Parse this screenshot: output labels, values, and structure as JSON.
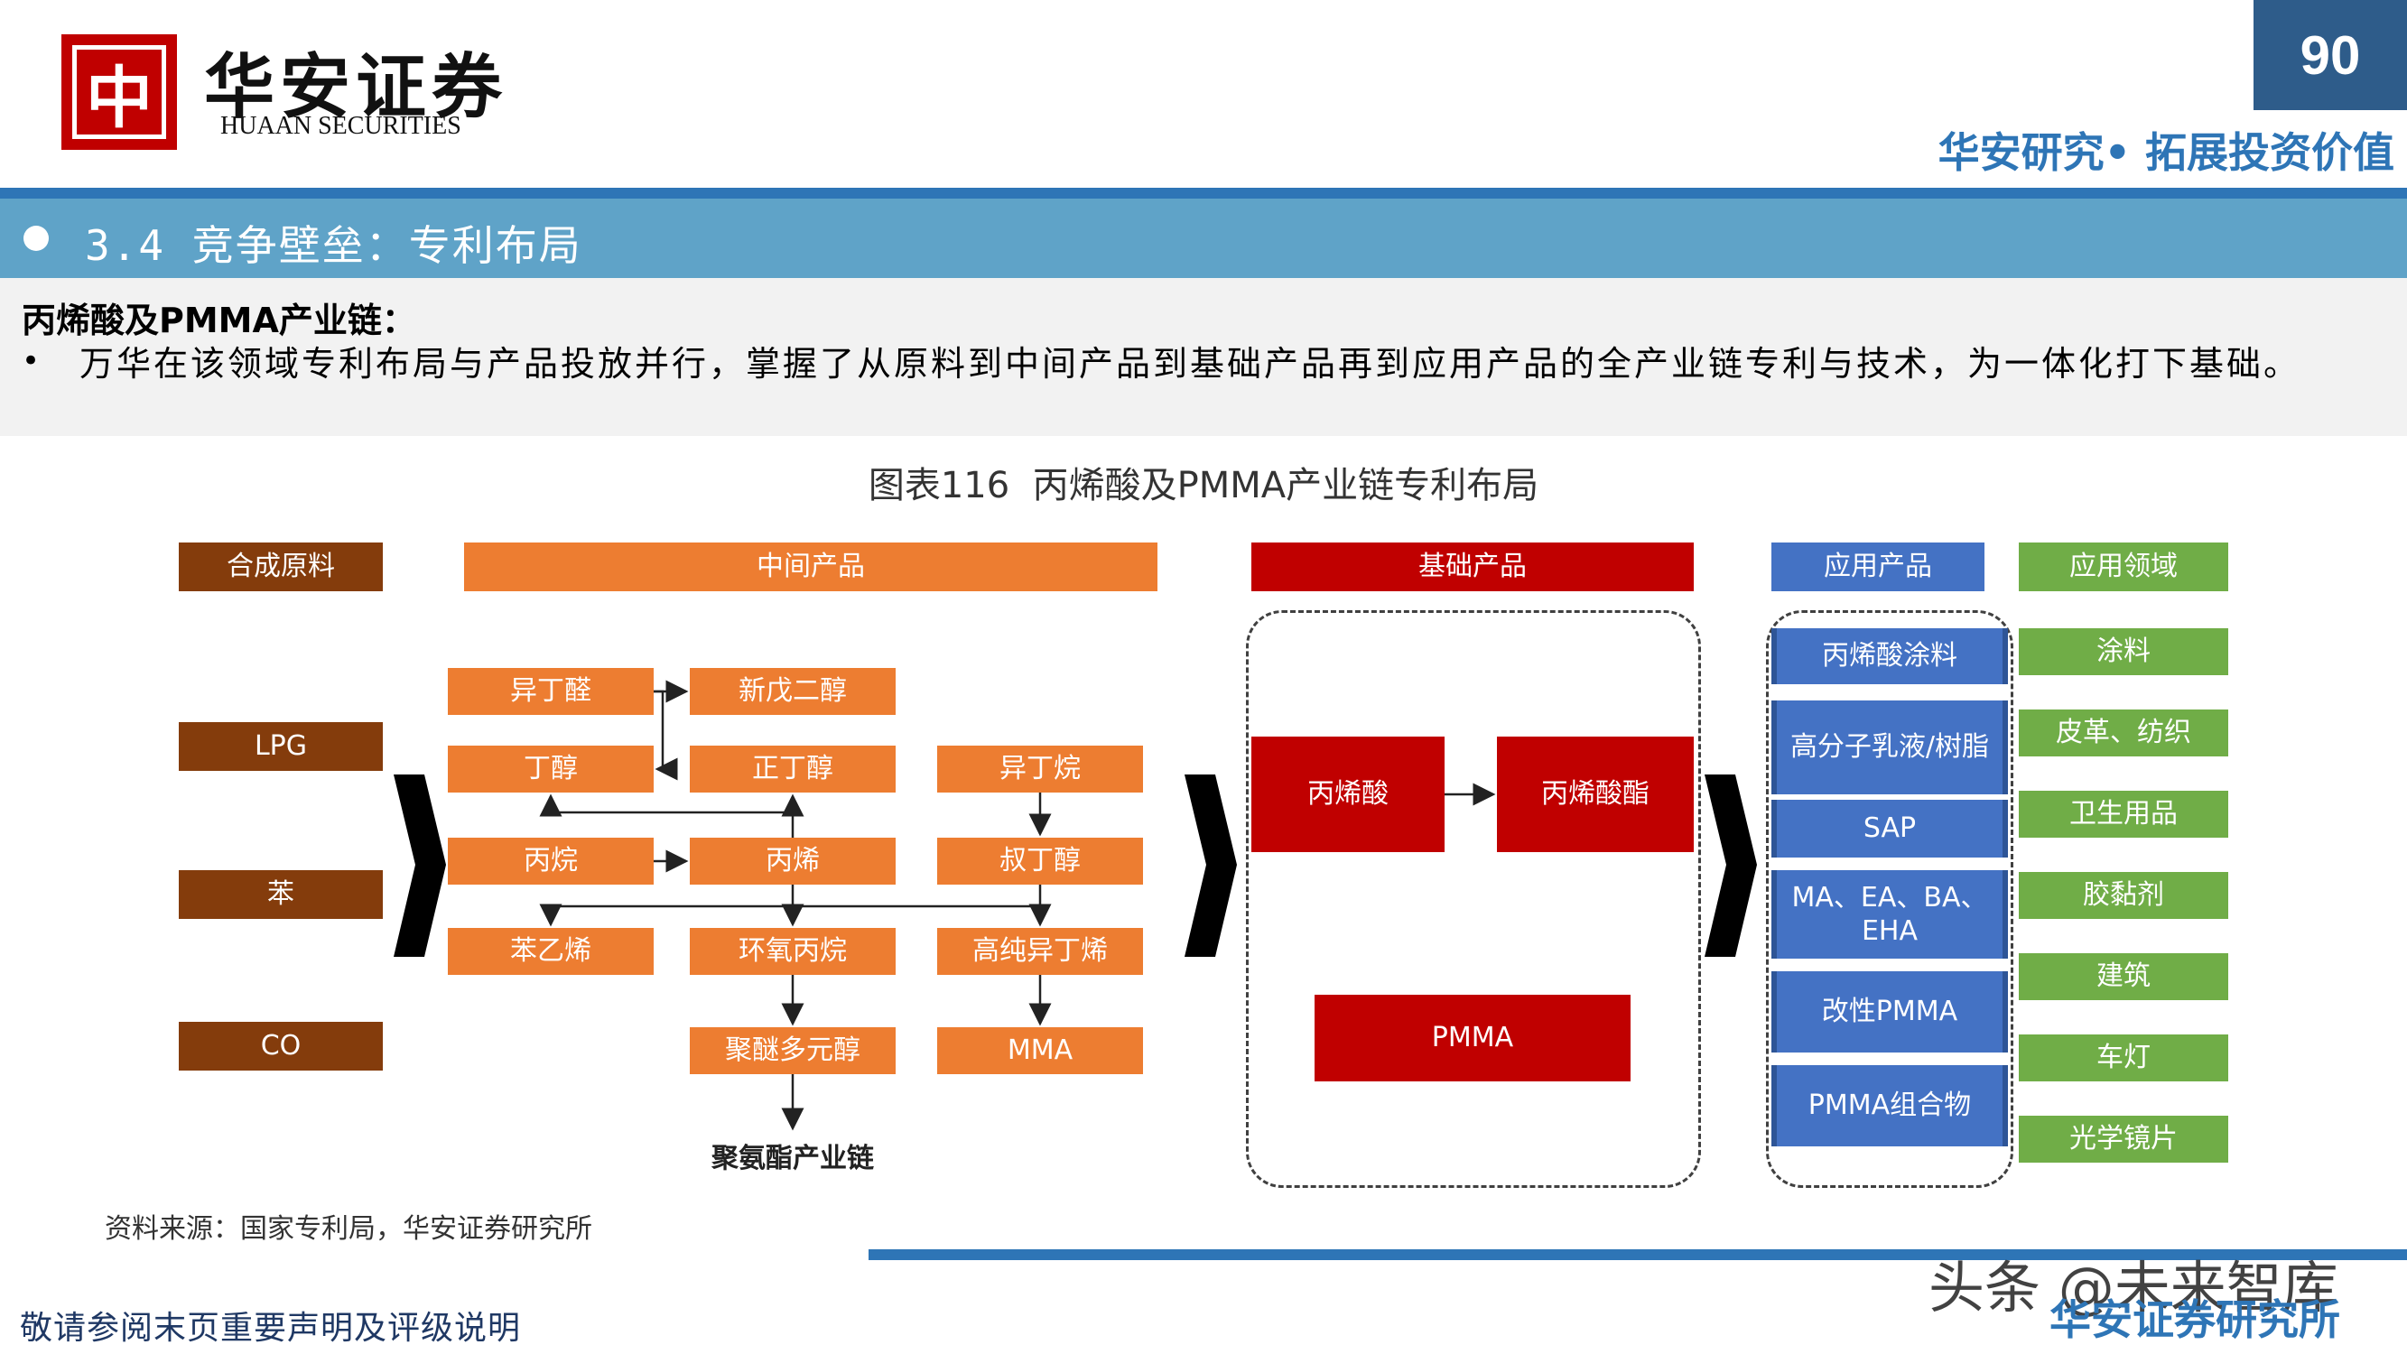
{
  "brand": {
    "name_cn": "华安证券",
    "name_en": "HUAAN SECURITIES",
    "logo_char": "中",
    "slogan": "华安研究• 拓展投资价值"
  },
  "page_number": "90",
  "section": {
    "title": "3.4 竞争壁垒：专利布局"
  },
  "intro": {
    "heading": "丙烯酸及PMMA产业链：",
    "bullet": "万华在该领域专利布局与产品投放并行，掌握了从原料到中间产品到基础产品再到应用产品的全产业链专利与技术，为一体化打下基础。"
  },
  "figure": {
    "caption": "图表116  丙烯酸及PMMA产业链专利布局",
    "headers": {
      "raw": "合成原料",
      "intermediate": "中间产品",
      "basic": "基础产品",
      "application_products": "应用产品",
      "application_fields": "应用领域"
    },
    "raw_materials": [
      "LPG",
      "苯",
      "CO"
    ],
    "intermediates": {
      "isobutyraldehyde": "异丁醛",
      "neopentyl_glycol": "新戊二醇",
      "butanol": "丁醇",
      "n_butanol": "正丁醇",
      "isobutane": "异丁烷",
      "propane": "丙烷",
      "propylene": "丙烯",
      "tert_butanol": "叔丁醇",
      "styrene": "苯乙烯",
      "propylene_oxide": "环氧丙烷",
      "high_purity_isobutylene": "高纯异丁烯",
      "polyether_polyol": "聚醚多元醇",
      "mma": "MMA"
    },
    "downstream_chain": "聚氨酯产业链",
    "basic_products": {
      "acrylic_acid": "丙烯酸",
      "acrylate": "丙烯酸酯",
      "pmma": "PMMA"
    },
    "application_products": [
      "丙烯酸涂料",
      "高分子乳液/树脂",
      "SAP",
      "MA、EA、BA、EHA",
      "改性PMMA",
      "PMMA组合物"
    ],
    "application_fields": [
      "涂料",
      "皮革、纺织",
      "卫生用品",
      "胶黏剂",
      "建筑",
      "车灯",
      "光学镜片"
    ]
  },
  "source": "资料来源：国家专利局，华安证券研究所",
  "footer": {
    "disclaimer": "敬请参阅末页重要声明及评级说明",
    "watermark_line1": "头条 @未来智库",
    "watermark_line2": "华安证券研究所"
  },
  "colors": {
    "orange": "#ED7D31",
    "brown": "#843C0C",
    "red": "#C00000",
    "blue": "#4472C4",
    "green": "#70AD47",
    "section_bar": "#5FA3C8",
    "page_badge": "#2E5C8A",
    "slogan": "#2E75B6"
  }
}
